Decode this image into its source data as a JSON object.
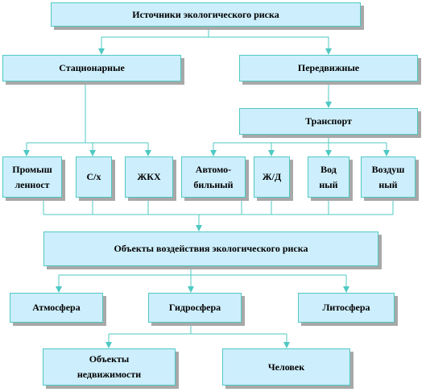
{
  "colors": {
    "box_fill": "#cdeefc",
    "box_border": "#4fc9c2",
    "line": "#4fc9c2",
    "shadow": "#a8a8a8"
  },
  "nodes": {
    "root": "Источники экологического риска",
    "stationary": "Стационарные",
    "mobile": "Передвижные",
    "transport": "Транспорт",
    "industry": "Промыш\nленност",
    "agri": "С/х",
    "housing": "ЖКХ",
    "auto": "Автомо-\nбильный",
    "rail": "Ж/Д",
    "water": "Вод\nный",
    "air": "Воздуш\nный",
    "objects": "Объекты воздействия экологического риска",
    "atmosphere": "Атмосфера",
    "hydrosphere": "Гидросфера",
    "lithosphere": "Литосфера",
    "realty": "Объекты\nнедвижимости",
    "human": "Человек"
  }
}
